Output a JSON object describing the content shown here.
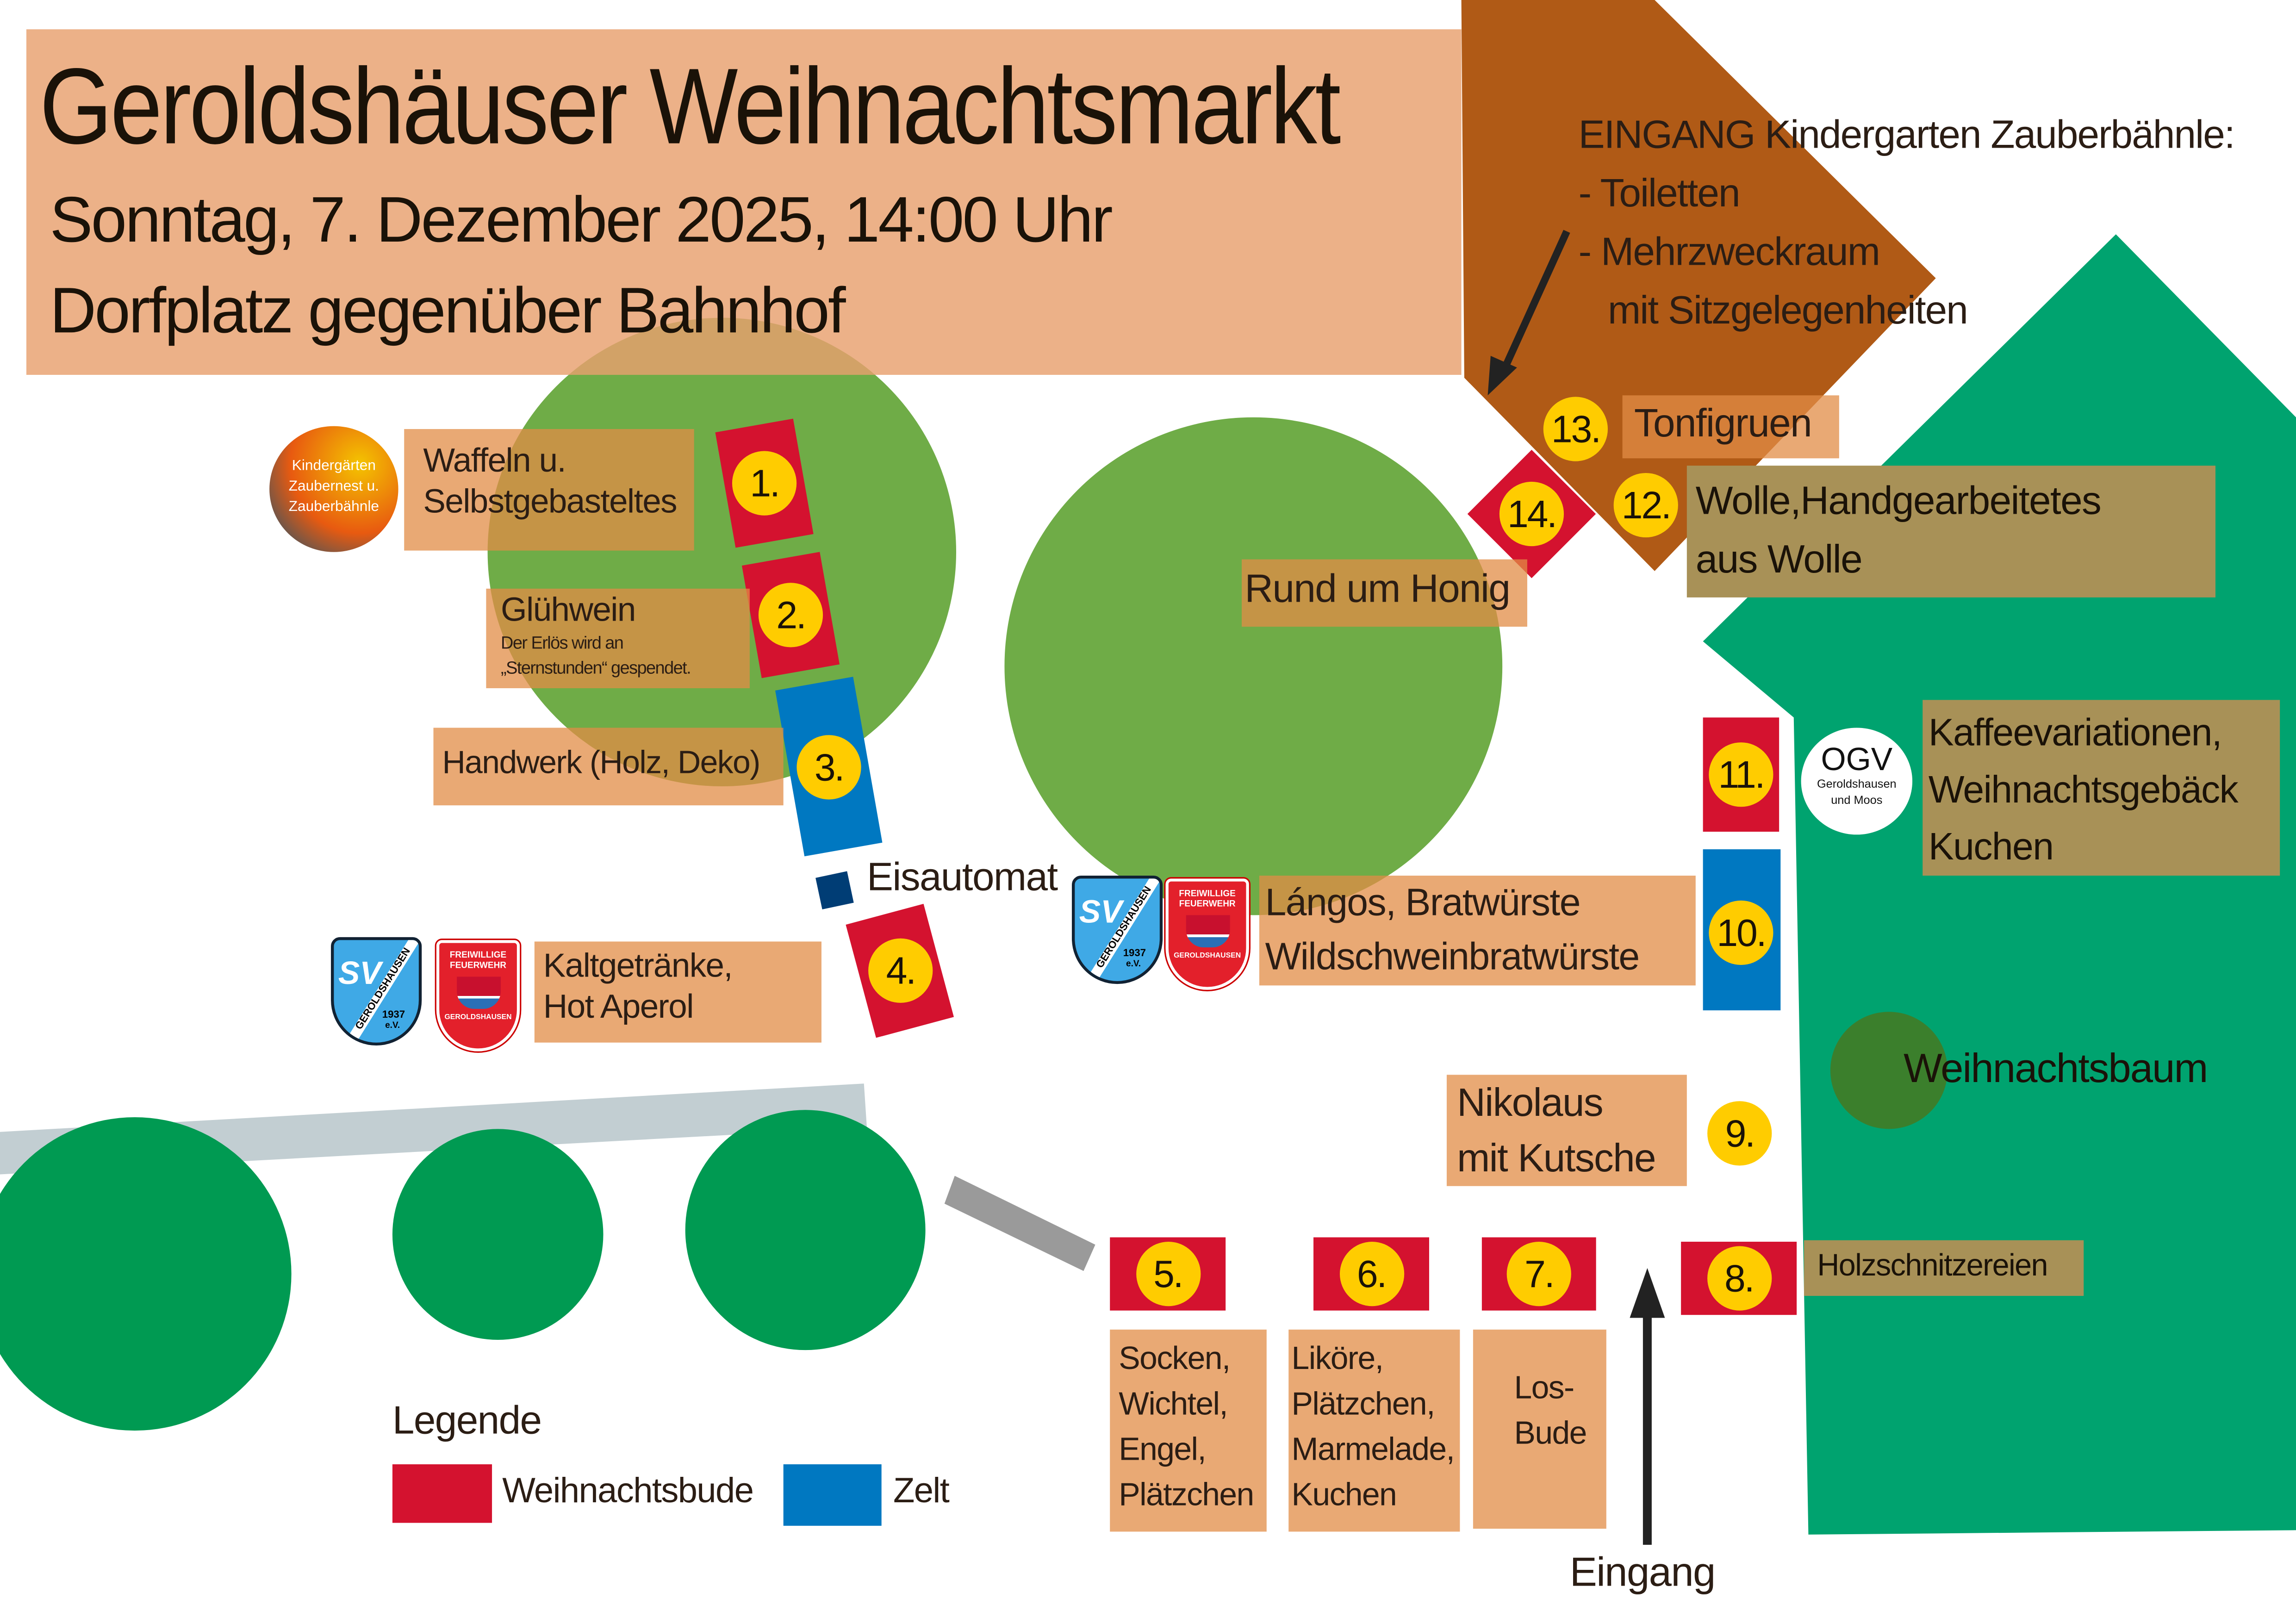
{
  "header": {
    "title": "Geroldshäuser Weihnachtsmarkt",
    "date": "Sonntag, 7. Dezember 2025, 14:00 Uhr",
    "location": "Dorfplatz gegenüber Bahnhof"
  },
  "entrance_kindergarten": {
    "title": "EINGANG Kindergarten Zauberbähnle:",
    "line1": "- Toiletten",
    "line2": "- Mehrzweckraum",
    "line3": "mit Sitzgelegenheiten"
  },
  "stalls": [
    {
      "number": "1.",
      "line1": "Waffeln u.",
      "line2": "Selbstgebasteltes",
      "type": "Weihnachtsbude"
    },
    {
      "number": "2.",
      "line1": "Glühwein",
      "note1": "Der Erlös wird an",
      "note2": "„Sternstunden“ gespendet.",
      "type": "Weihnachtsbude"
    },
    {
      "number": "3.",
      "line1": "Handwerk (Holz, Deko)",
      "type": "Zelt"
    },
    {
      "number": "4.",
      "line1": "Kaltgetränke,",
      "line2": "Hot Aperol",
      "type": "Weihnachtsbude"
    },
    {
      "number": "5.",
      "line1": "Socken,",
      "line2": "Wichtel,",
      "line3": "Engel,",
      "line4": "Plätzchen",
      "type": "Weihnachtsbude"
    },
    {
      "number": "6.",
      "line1": "Liköre,",
      "line2": "Plätzchen,",
      "line3": "Marmelade,",
      "line4": "Kuchen",
      "type": "Weihnachtsbude"
    },
    {
      "number": "7.",
      "line1": "Los-",
      "line2": "Bude",
      "type": "Weihnachtsbude"
    },
    {
      "number": "8.",
      "line1": "Holzschnitzereien",
      "type": "Weihnachtsbude"
    },
    {
      "number": "9.",
      "line1": "Nikolaus",
      "line2": "mit Kutsche"
    },
    {
      "number": "10.",
      "line1": "Lángos, Bratwürste",
      "line2": "Wildschweinbratwürste",
      "type": "Zelt"
    },
    {
      "number": "11.",
      "line1": "Kaffeevariationen,",
      "line2": "Weihnachtsgebäck",
      "line3": "Kuchen",
      "type": "Weihnachtsbude"
    },
    {
      "number": "12.",
      "line1": "Wolle,Handgearbeitetes",
      "line2": "aus Wolle"
    },
    {
      "number": "13.",
      "line1": "Tonfigruen"
    },
    {
      "number": "14.",
      "line1": "Rund um Honig",
      "type": "Weihnachtsbude"
    }
  ],
  "places": {
    "eisautomat": "Eisautomat",
    "weihnachtsbaum": "Weihnachtsbaum",
    "eingang": "Eingang"
  },
  "logos": {
    "kindergarten": {
      "line1": "Kindergärten",
      "line2": "Zaubernest u.",
      "line3": "Zauberbähnle"
    },
    "ogv": {
      "title": "OGV",
      "line1": "Geroldshausen",
      "line2": "und Moos"
    },
    "sv": {
      "name": "SV",
      "club": "GEROLDSHAUSEN",
      "year": "1937",
      "suffix": "e.V."
    },
    "feuerwehr": {
      "line1": "FREIWILLIGE",
      "line2": "FEUERWEHR",
      "town": "GEROLDSHAUSEN"
    }
  },
  "legend": {
    "title": "Legende",
    "items": [
      {
        "label": "Weihnachtsbude",
        "color": "#d4122f"
      },
      {
        "label": "Zelt",
        "color": "#0078c1"
      }
    ]
  },
  "colors": {
    "booth_red": "#d4122f",
    "tent_blue": "#0078c1",
    "number_yellow": "#ffcc00",
    "green_area": "#00a36f",
    "tree_green": "#6fac47",
    "roof_brown": "#b05a16"
  }
}
